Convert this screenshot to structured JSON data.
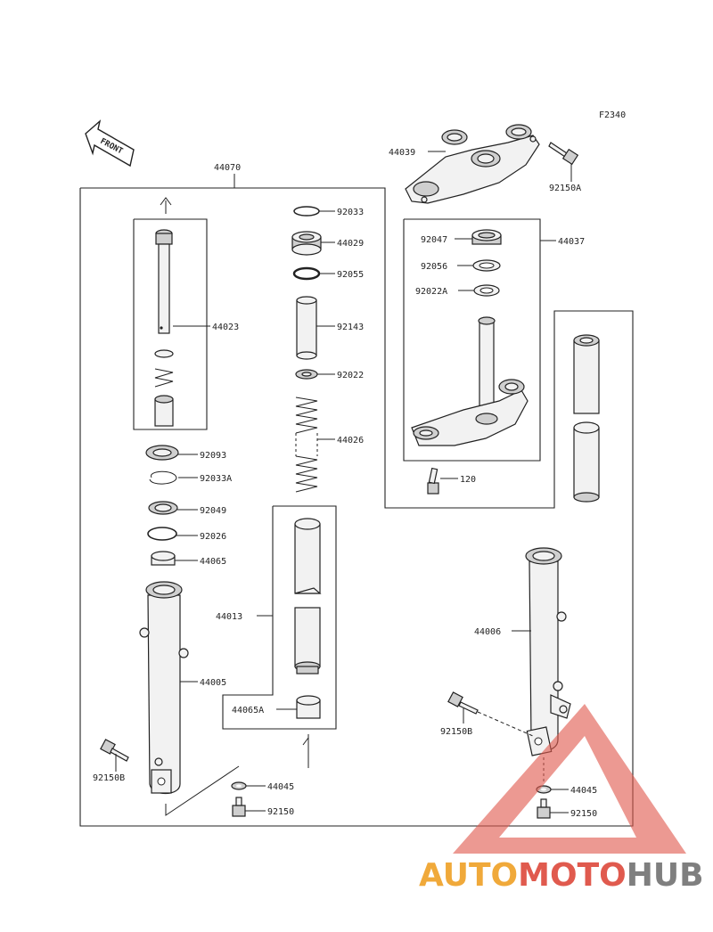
{
  "diagram": {
    "code": "F2340",
    "front_label": "FRONT"
  },
  "labels": {
    "p44070": "44070",
    "p44039": "44039",
    "p92150A": "92150A",
    "p92033": "92033",
    "p44029": "44029",
    "p92055": "92055",
    "p92143": "92143",
    "p92022": "92022",
    "p44026": "44026",
    "p44023": "44023",
    "p92093": "92093",
    "p92033A": "92033A",
    "p92049": "92049",
    "p92026": "92026",
    "p44065": "44065",
    "p44005": "44005",
    "p92150B_left": "92150B",
    "p44013": "44013",
    "p44065A": "44065A",
    "p44045_left": "44045",
    "p92150_left": "92150",
    "p92047": "92047",
    "p44037": "44037",
    "p92056": "92056",
    "p92022A": "92022A",
    "p120": "120",
    "p44006": "44006",
    "p92150B_right": "92150B",
    "p44045_right": "44045",
    "p92150_right": "92150"
  },
  "watermark": {
    "part1": "AUTO",
    "part2": "MOTO",
    "part3": "HUB",
    "colors": {
      "auto": "#f0a93a",
      "moto": "#e05a4e",
      "hub": "#7f7f7f"
    }
  }
}
